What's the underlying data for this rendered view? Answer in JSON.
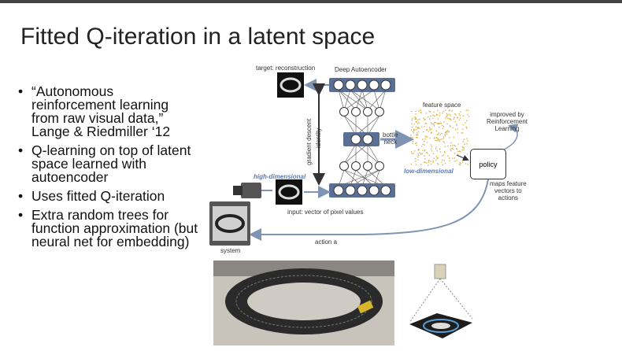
{
  "slide": {
    "title": "Fitted Q-iteration in a latent space"
  },
  "bullets": [
    "“Autonomous reinforcement learning from raw visual data,” Lange & Riedmiller ‘12",
    "Q-learning on top of latent space learned with autoencoder",
    "Uses fitted Q-iteration",
    "Extra random trees for function approximation (but neural net for embedding)"
  ],
  "diagram": {
    "target_label": "target: reconstruction",
    "autoencoder_label": "Deep Autoencoder",
    "gradient_label": "gradient descent",
    "identity_label": "identity",
    "bottleneck_label_1": "bottle",
    "bottleneck_label_2": "neck",
    "feature_space_label": "feature space",
    "low_dim_label": "low-dimensional",
    "high_dim_label": "high-dimensional",
    "input_label": "input: vector of pixel values",
    "improved_label_1": "improved by",
    "improved_label_2": "Reinforcement",
    "improved_label_3": "Learning",
    "policy_label": "policy",
    "maps_label_1": "maps feature",
    "maps_label_2": "vectors to",
    "maps_label_3": "actions",
    "action_label": "action a",
    "system_label": "system"
  },
  "colors": {
    "title": "#222222",
    "layer_fill": "#5a6f95",
    "arrow": "#7f93b5",
    "feature_dots": "#d9b44a"
  }
}
